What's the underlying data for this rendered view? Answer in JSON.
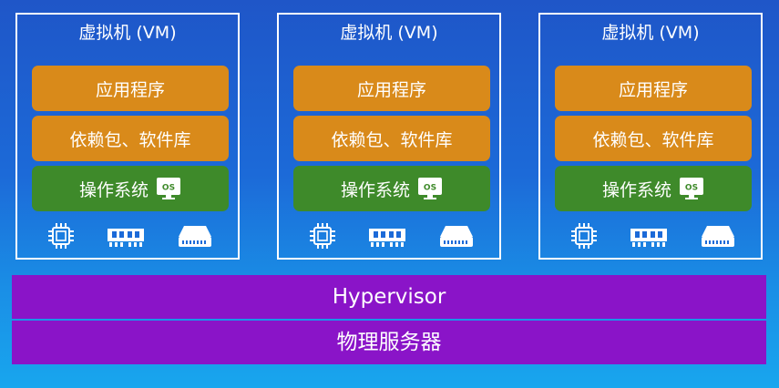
{
  "vms": [
    {
      "title": "虚拟机 (VM)",
      "app": "应用程序",
      "libs": "依赖包、软件库",
      "os": "操作系统",
      "os_badge": "OS",
      "hardware": [
        "cpu-icon",
        "memory-icon",
        "disk-icon"
      ]
    },
    {
      "title": "虚拟机 (VM)",
      "app": "应用程序",
      "libs": "依赖包、软件库",
      "os": "操作系统",
      "os_badge": "OS",
      "hardware": [
        "cpu-icon",
        "memory-icon",
        "disk-icon"
      ]
    },
    {
      "title": "虚拟机 (VM)",
      "app": "应用程序",
      "libs": "依赖包、软件库",
      "os": "操作系统",
      "os_badge": "OS",
      "hardware": [
        "cpu-icon",
        "memory-icon",
        "disk-icon"
      ]
    }
  ],
  "hypervisor": "Hypervisor",
  "server": "物理服务器",
  "colors": {
    "background": "#1f56c8",
    "app_layer": "#d98a1a",
    "lib_layer": "#d98a1a",
    "os_layer": "#3e8a2a",
    "hypervisor": "#8a14c8",
    "server": "#8a14c8"
  }
}
